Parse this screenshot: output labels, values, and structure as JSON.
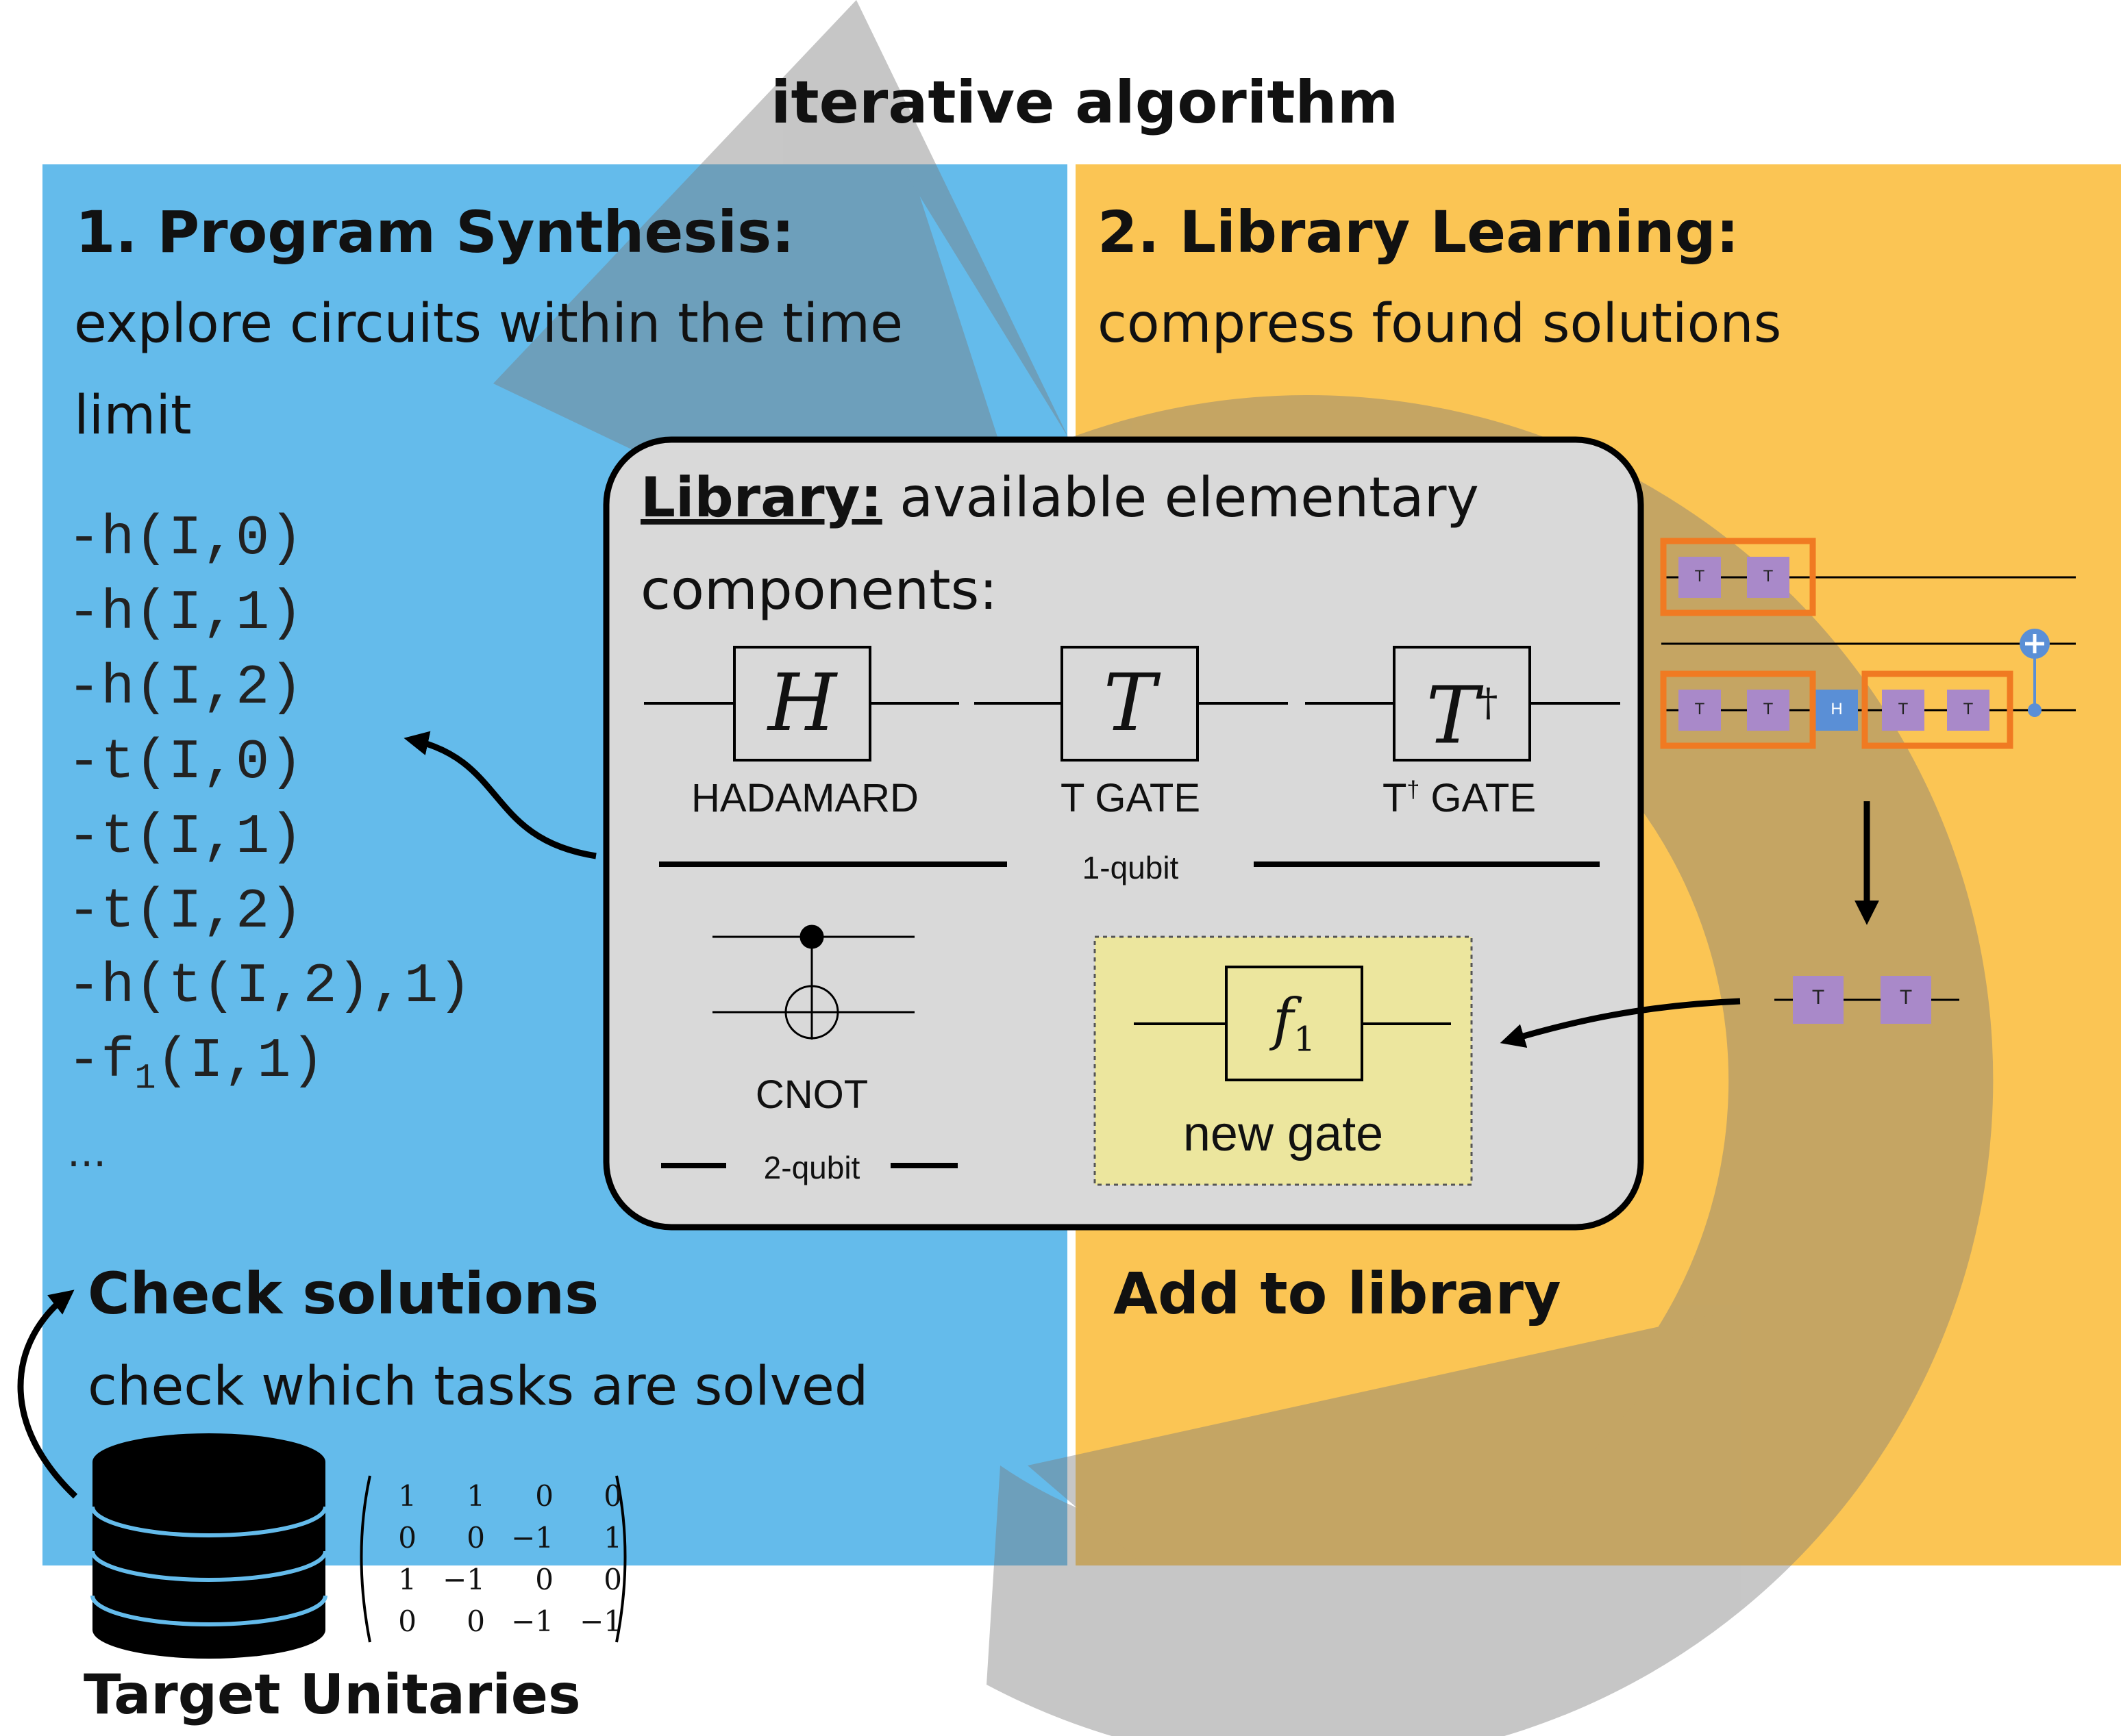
{
  "title": "iterative algorithm",
  "colors": {
    "blue_panel": "#64bbeb",
    "orange_panel": "#fbc554",
    "gray_arrow": "#a2a2a2",
    "library_box": "#d9d9d9",
    "new_gate_box": "#ece69e",
    "gate_purple": "#a989c9",
    "gate_blue": "#5a8fd6",
    "highlight_orange": "#f07a22"
  },
  "left_panel": {
    "heading": "1. Program Synthesis:",
    "desc_line1": "explore circuits within the time",
    "desc_line2": "limit",
    "programs": [
      "-h(I,0)",
      "-h(I,1)",
      "-h(I,2)",
      "-t(I,0)",
      "-t(I,1)",
      "-t(I,2)",
      "-h(t(I,2),1)"
    ],
    "f1_prefix": "-f",
    "f1_sub": "1",
    "f1_suffix": "(I,1)",
    "ellipsis": "..."
  },
  "right_panel": {
    "heading": "2. Library Learning:",
    "desc": "compress found solutions",
    "circuit_gates": {
      "t": "T",
      "h": "H"
    },
    "add_to_library": "Add to library"
  },
  "library": {
    "title": "Library:",
    "desc_line1": " available elementary",
    "desc_line2": "components:",
    "gates": {
      "h_symbol": "H",
      "h_name": "HADAMARD",
      "t_symbol": "T",
      "t_name": "T GATE",
      "tdg_symbol": "T",
      "dagger": "†",
      "tdg_name_pre": "T",
      "tdg_name_post": " GATE",
      "cnot_name": "CNOT",
      "new_symbol": "f",
      "new_sub": "1",
      "new_name": "new gate"
    },
    "one_qubit_label": "1-qubit",
    "two_qubit_label": "2-qubit"
  },
  "bottom": {
    "check_heading": "Check solutions",
    "check_desc": "check which tasks are solved",
    "target_label": "Target Unitaries",
    "matrix": [
      [
        "1",
        "1",
        "0",
        "0"
      ],
      [
        "0",
        "0",
        "−1",
        "1"
      ],
      [
        "1",
        "−1",
        "0",
        "0"
      ],
      [
        "0",
        "0",
        "−1",
        "−1"
      ]
    ]
  }
}
